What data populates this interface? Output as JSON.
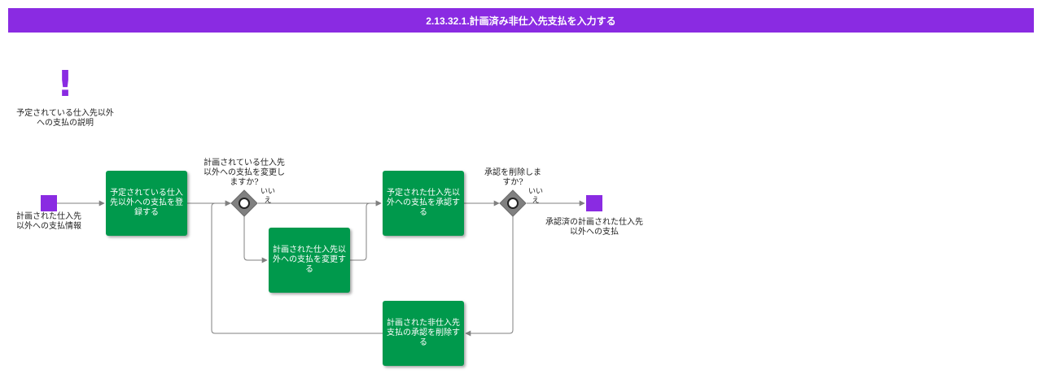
{
  "header": {
    "title": "2.13.32.1.計画済み非仕入先支払を入力する"
  },
  "colors": {
    "accent": "#8a2be2",
    "task": "#00994c",
    "gateway": "#808080",
    "edge": "#808080"
  },
  "annotation": {
    "icon": "exclamation-icon",
    "text": "予定されている仕入先以外への支払の説明"
  },
  "start_event": {
    "label": "計画された仕入先以外への支払情報"
  },
  "end_event": {
    "label": "承認済の計画された仕入先以外への支払"
  },
  "tasks": {
    "register": "予定されている仕入先以外への支払を登録する",
    "change": "計画された仕入先以外への支払を変更する",
    "approve": "予定された仕入先以外への支払を承認する",
    "delete_approval": "計画された非仕入先支払の承認を削除する"
  },
  "gateways": {
    "change_question": "計画されている仕入先以外への支払を変更しますか?",
    "delete_question": "承認を削除しますか?"
  },
  "edge_labels": {
    "no_after_change": "いいえ",
    "no_after_delete": "いいえ"
  }
}
